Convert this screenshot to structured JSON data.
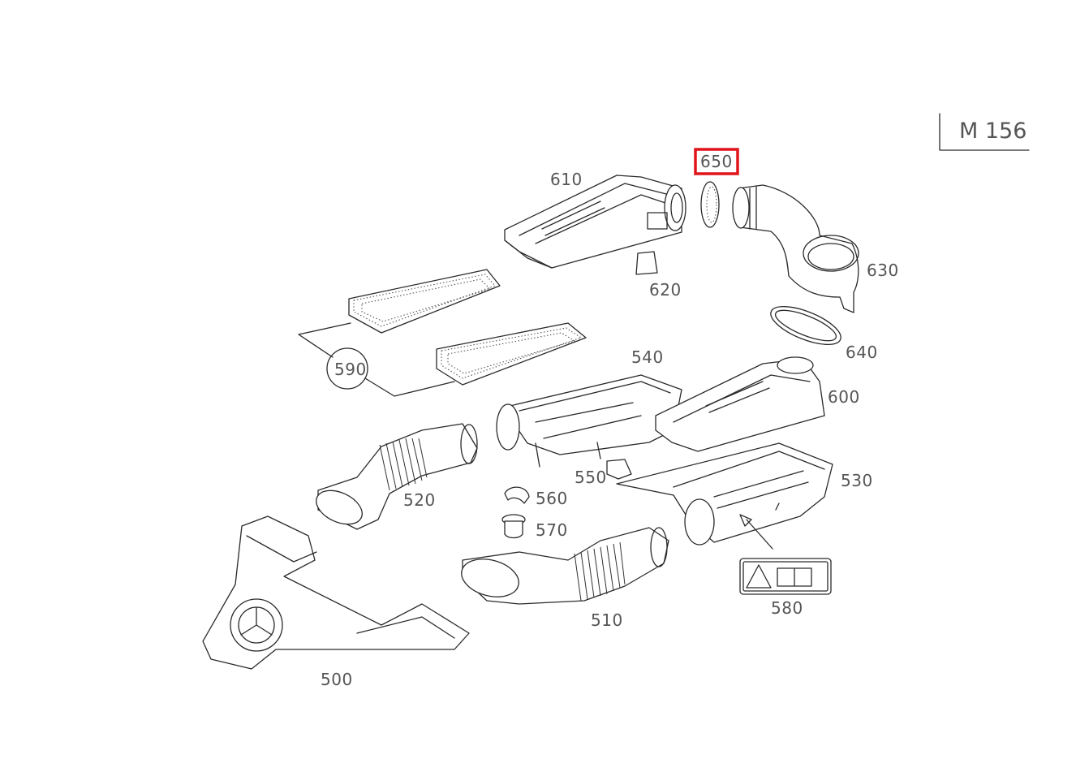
{
  "model_label": "M 156",
  "highlight_color": "#e0141a",
  "highlighted_part": "650",
  "parts": {
    "p500": "500",
    "p510": "510",
    "p520": "520",
    "p530": "530",
    "p540": "540",
    "p550": "550",
    "p560": "560",
    "p570": "570",
    "p580": "580",
    "p590": "590",
    "p600": "600",
    "p610": "610",
    "p620": "620",
    "p630": "630",
    "p640": "640",
    "p650": "650"
  }
}
